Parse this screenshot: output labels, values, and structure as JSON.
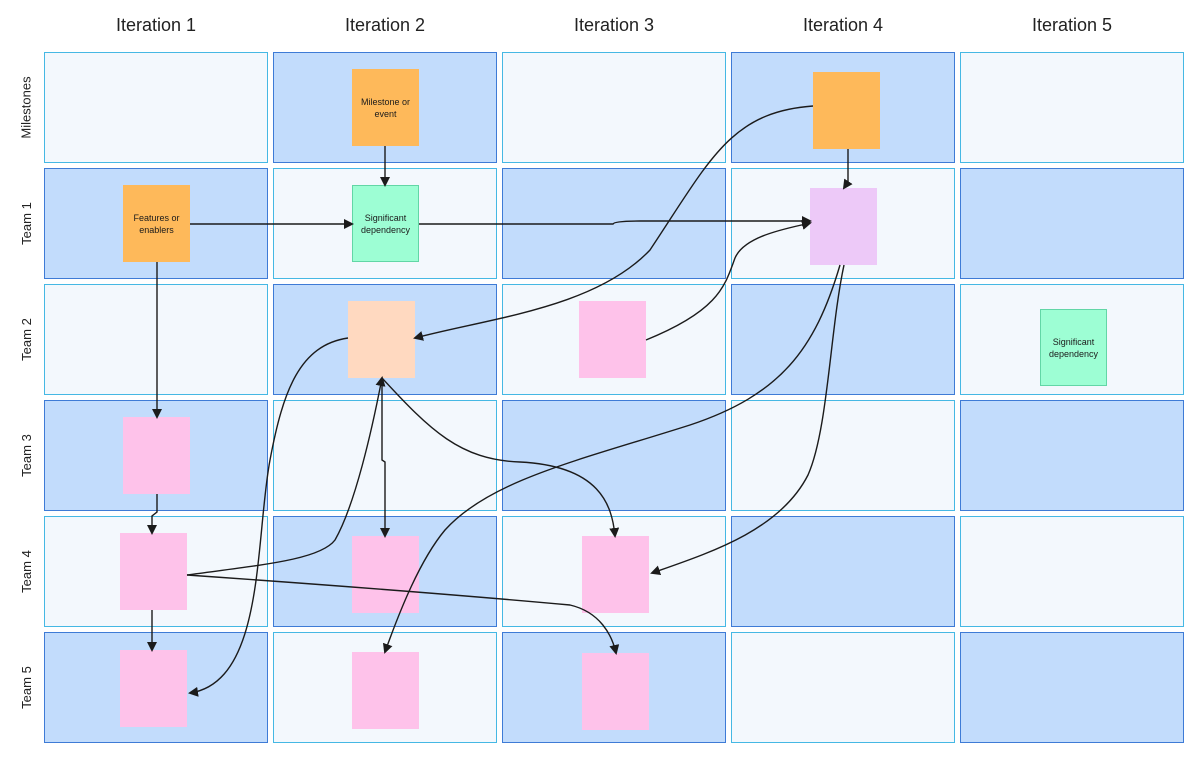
{
  "iterations": [
    "Iteration 1",
    "Iteration 2",
    "Iteration 3",
    "Iteration 4",
    "Iteration 5"
  ],
  "rows": [
    "Milestones",
    "Team 1",
    "Team 2",
    "Team 3",
    "Team 4",
    "Team 5"
  ],
  "colors": {
    "cell_light_bg": "#f3f8fd",
    "cell_light_border": "#45b8e4",
    "cell_dark_bg": "#c2dcfc",
    "cell_dark_border": "#3e7bd6",
    "note_orange": "#feb95a",
    "note_green": "#9dfed4",
    "note_pink": "#fec2ea",
    "note_peach": "#ffd9c0",
    "note_lilac": "#edc9f8",
    "connector": "#1b1b1b"
  },
  "notes": {
    "milestone_event": {
      "text": "Milestone or event"
    },
    "features_enablers": {
      "text": "Features or enablers"
    },
    "dependency_team1": {
      "text": "Significant dependency"
    },
    "dependency_team2": {
      "text": "Significant dependency"
    },
    "milestone_iter4": {
      "text": ""
    },
    "team1_iter4": {
      "text": ""
    },
    "team2_iter2": {
      "text": ""
    },
    "team2_iter3": {
      "text": ""
    },
    "team3_iter1": {
      "text": ""
    },
    "team4_iter1": {
      "text": ""
    },
    "team4_iter2": {
      "text": ""
    },
    "team4_iter3": {
      "text": ""
    },
    "team5_iter1": {
      "text": ""
    },
    "team5_iter2": {
      "text": ""
    },
    "team5_iter3": {
      "text": ""
    }
  }
}
